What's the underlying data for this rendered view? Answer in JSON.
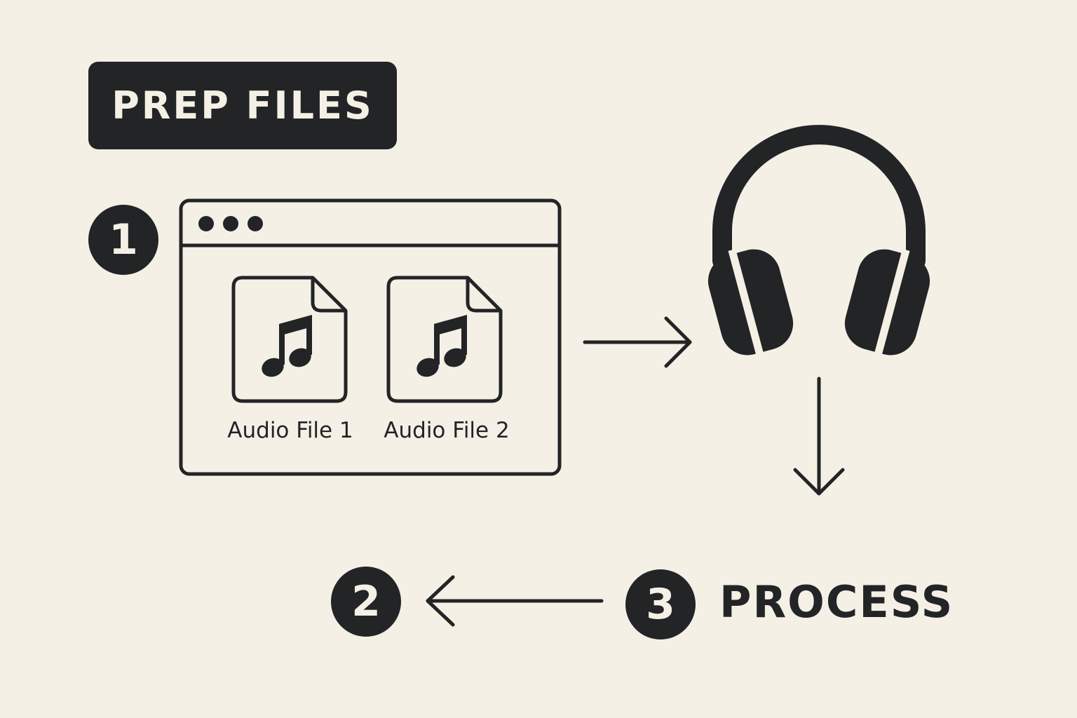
{
  "title": "PREP FILES",
  "steps": {
    "one": "1",
    "two": "2",
    "three": "3"
  },
  "process_label": "PROCESS",
  "files": [
    {
      "label": "Audio File 1",
      "icon": "music-note-icon"
    },
    {
      "label": "Audio File 2",
      "icon": "music-note-icon"
    }
  ],
  "icons": {
    "window": "browser-window-icon",
    "headphones": "headphones-icon",
    "arrows": "arrow-icon"
  },
  "colors": {
    "background": "#f5f0e6",
    "ink": "#222426"
  }
}
